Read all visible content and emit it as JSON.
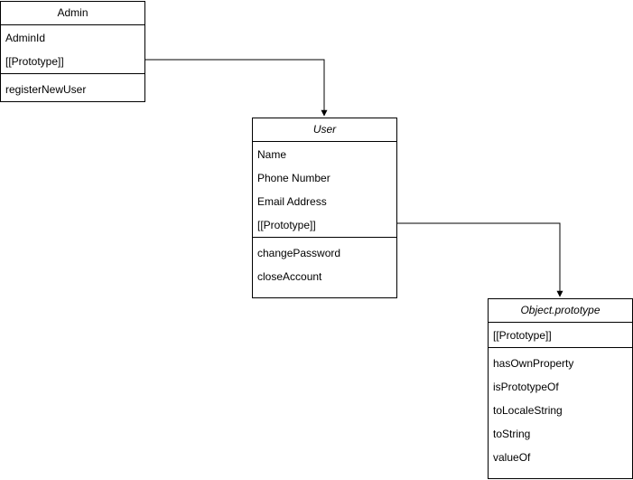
{
  "classes": {
    "admin": {
      "name": "Admin",
      "attributes": [
        "AdminId",
        "[[Prototype]]"
      ],
      "methods": [
        "registerNewUser"
      ]
    },
    "user": {
      "name": "User",
      "attributes": [
        "Name",
        "Phone Number",
        "Email Address",
        "[[Prototype]]"
      ],
      "methods": [
        "changePassword",
        "closeAccount"
      ]
    },
    "object_prototype": {
      "name": "Object.prototype",
      "attributes": [
        "[[Prototype]]"
      ],
      "methods": [
        "hasOwnProperty",
        "isPrototypeOf",
        "toLocaleString",
        "toString",
        "valueOf"
      ]
    }
  },
  "connectors": [
    {
      "from": "Admin.[[Prototype]]",
      "to": "User"
    },
    {
      "from": "User.[[Prototype]]",
      "to": "Object.prototype"
    }
  ],
  "colors": {
    "stroke": "#000000",
    "fill": "#ffffff"
  }
}
